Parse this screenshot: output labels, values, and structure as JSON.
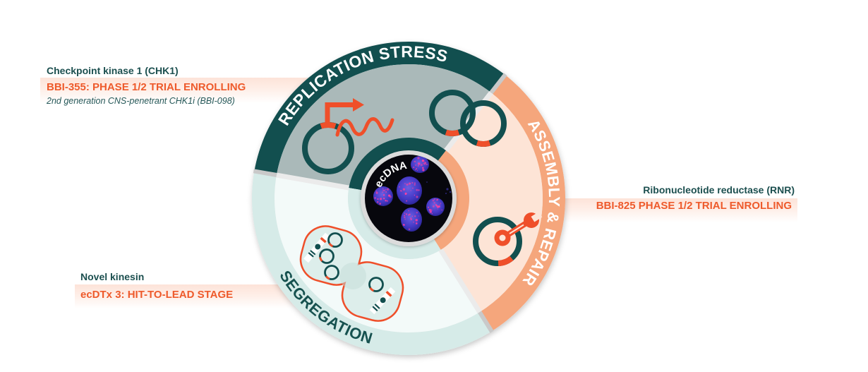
{
  "colors": {
    "accent": "#ee5a2b",
    "heading": "#1c4f4f",
    "note": "#26595a",
    "band": "#fde3d8",
    "icon_teal": "#124f4f",
    "icon_red": "#ef4f2a"
  },
  "diagram": {
    "center": {
      "label": "ecDNA"
    },
    "segments": [
      {
        "id": "replication",
        "label": "REPLICATION STRESS",
        "outer_color": "#124f4f",
        "inner_color": "#aab9b9",
        "ring_color": "#124f4f",
        "text_color": "#ffffff",
        "icons": [
          "ecdna-transcription-icon",
          "ecdna-duplication-icon"
        ]
      },
      {
        "id": "assembly",
        "label": "ASSEMBLY & REPAIR",
        "outer_color": "#f5a67c",
        "inner_color": "#fde4d6",
        "ring_color": "#f5a67c",
        "text_color": "#ffffff",
        "icons": [
          "ecdna-repair-wrench-icon"
        ]
      },
      {
        "id": "segregation",
        "label": "SEGREGATION",
        "outer_color": "#d6ebe8",
        "inner_color": "#f3faf9",
        "ring_color": "#d6ebe8",
        "text_color": "#16514f",
        "icons": [
          "dividing-cell-icon"
        ]
      }
    ]
  },
  "targets": [
    {
      "segment": "replication",
      "name": "Checkpoint kinase 1 (CHK1)",
      "status": "BBI-355: PHASE 1/2 TRIAL ENROLLING",
      "note": "2nd generation CNS-penetrant CHK1i (BBI-098)"
    },
    {
      "segment": "assembly",
      "name": "Ribonucleotide reductase (RNR)",
      "status": "BBI-825 PHASE 1/2 TRIAL ENROLLING"
    },
    {
      "segment": "segregation",
      "name": "Novel kinesin",
      "status": "ecDTx 3: HIT-TO-LEAD STAGE"
    }
  ]
}
